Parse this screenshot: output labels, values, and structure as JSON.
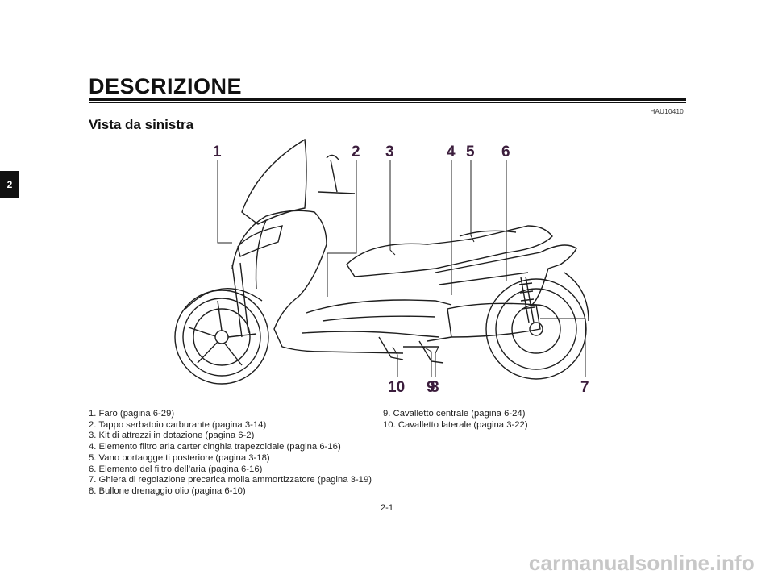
{
  "page": {
    "chapter_tab": "2",
    "section_title": "DESCRIZIONE",
    "doc_code": "HAU10410",
    "subtitle": "Vista da sinistra",
    "page_number": "2-1",
    "watermark": "carmanualsonline.info"
  },
  "figure": {
    "callout_color": "#3b1d3c",
    "callouts": [
      "1",
      "2",
      "3",
      "4",
      "5",
      "6",
      "7",
      "8",
      "9",
      "10"
    ]
  },
  "legend": {
    "left": [
      "1. Faro (pagina 6-29)",
      "2. Tappo serbatoio carburante (pagina 3-14)",
      "3. Kit di attrezzi in dotazione (pagina 6-2)",
      "4. Elemento filtro aria carter cinghia trapezoidale (pagina 6-16)",
      "5. Vano portaoggetti posteriore (pagina 3-18)",
      "6. Elemento del filtro dell’aria (pagina 6-16)",
      "7. Ghiera di regolazione precarica molla ammortizzatore (pagina 3-19)",
      "8. Bullone drenaggio olio (pagina 6-10)"
    ],
    "right": [
      "9. Cavalletto centrale (pagina 6-24)",
      "10. Cavalletto laterale (pagina 3-22)"
    ]
  }
}
